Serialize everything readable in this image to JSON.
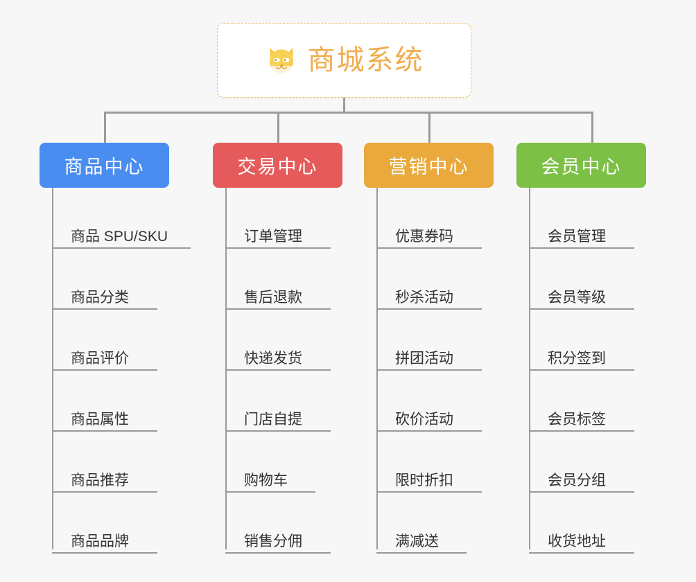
{
  "background_color": "#f7f7f7",
  "root": {
    "icon": "shiba-dog-face-icon",
    "title": "商城系统",
    "color": "#f0ad4e",
    "border_style": "dashed"
  },
  "connector_color": "#9a9a9a",
  "categories": [
    {
      "id": "product-center",
      "label": "商品中心",
      "color": "#4a8df0",
      "items": [
        {
          "label": "商品 SPU/SKU",
          "width": "wide"
        },
        {
          "label": "商品分类",
          "width": "normal"
        },
        {
          "label": "商品评价",
          "width": "normal"
        },
        {
          "label": "商品属性",
          "width": "normal"
        },
        {
          "label": "商品推荐",
          "width": "normal"
        },
        {
          "label": "商品品牌",
          "width": "normal"
        }
      ]
    },
    {
      "id": "transaction-center",
      "label": "交易中心",
      "color": "#e55b5b",
      "items": [
        {
          "label": "订单管理",
          "width": "normal"
        },
        {
          "label": "售后退款",
          "width": "normal"
        },
        {
          "label": "快递发货",
          "width": "normal"
        },
        {
          "label": "门店自提",
          "width": "normal"
        },
        {
          "label": "购物车",
          "width": "narrow"
        },
        {
          "label": "销售分佣",
          "width": "normal"
        }
      ]
    },
    {
      "id": "marketing-center",
      "label": "营销中心",
      "color": "#e9a93d",
      "items": [
        {
          "label": "优惠券码",
          "width": "normal"
        },
        {
          "label": "秒杀活动",
          "width": "normal"
        },
        {
          "label": "拼团活动",
          "width": "normal"
        },
        {
          "label": "砍价活动",
          "width": "normal"
        },
        {
          "label": "限时折扣",
          "width": "normal"
        },
        {
          "label": "满减送",
          "width": "narrow"
        }
      ]
    },
    {
      "id": "member-center",
      "label": "会员中心",
      "color": "#7cc046",
      "items": [
        {
          "label": "会员管理",
          "width": "normal"
        },
        {
          "label": "会员等级",
          "width": "normal"
        },
        {
          "label": "积分签到",
          "width": "normal"
        },
        {
          "label": "会员标签",
          "width": "normal"
        },
        {
          "label": "会员分组",
          "width": "normal"
        },
        {
          "label": "收货地址",
          "width": "normal"
        }
      ]
    }
  ]
}
